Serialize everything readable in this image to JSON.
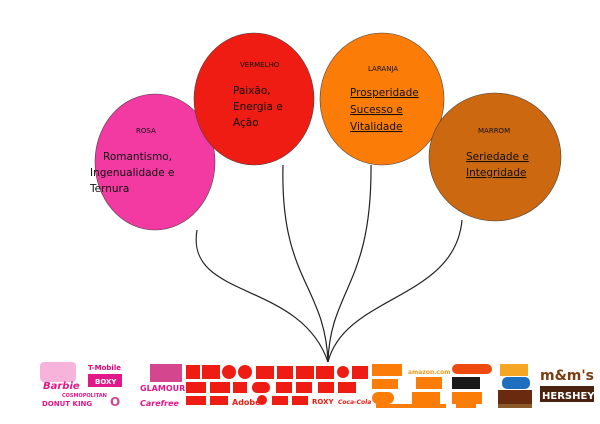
{
  "balloons": [
    {
      "id": "rosa",
      "title": "ROSA",
      "color": "#f23aa2",
      "lines": [
        "Romantismo,",
        "Ingenualidade e",
        "Ternura"
      ],
      "underline": false
    },
    {
      "id": "vermelho",
      "title": "VERMELHO",
      "color": "#ee1c12",
      "lines": [
        "Paixão,",
        "Energia e",
        "Ação"
      ],
      "underline": false
    },
    {
      "id": "laranja",
      "title": "LARANJA",
      "color": "#fb7d08",
      "lines": [
        "Prosperidade",
        "Sucesso e",
        "Vitalidade"
      ],
      "underline": true
    },
    {
      "id": "marrom",
      "title": "MARROM",
      "color": "#cc6810",
      "lines": [
        "Seriedade e",
        "Integridade"
      ],
      "underline": true
    }
  ],
  "logos": {
    "pink_group": [
      "Barbie",
      "T-Mobile",
      "BOXY",
      "GLAMOUR",
      "COSMOPOLITAN",
      "DONUT KING",
      "Carefree"
    ],
    "red_group": [
      "ROXY",
      "Coca-Cola",
      "Adobe"
    ],
    "orange_group": [
      "amazon.com"
    ],
    "brown_group": [
      "m&m's",
      "HERSHEY'S"
    ]
  },
  "colors": {
    "string": "#222222",
    "pink": "#f23aa2",
    "red": "#ee1c12",
    "orange": "#fb7d08",
    "brown": "#7a3e12"
  }
}
